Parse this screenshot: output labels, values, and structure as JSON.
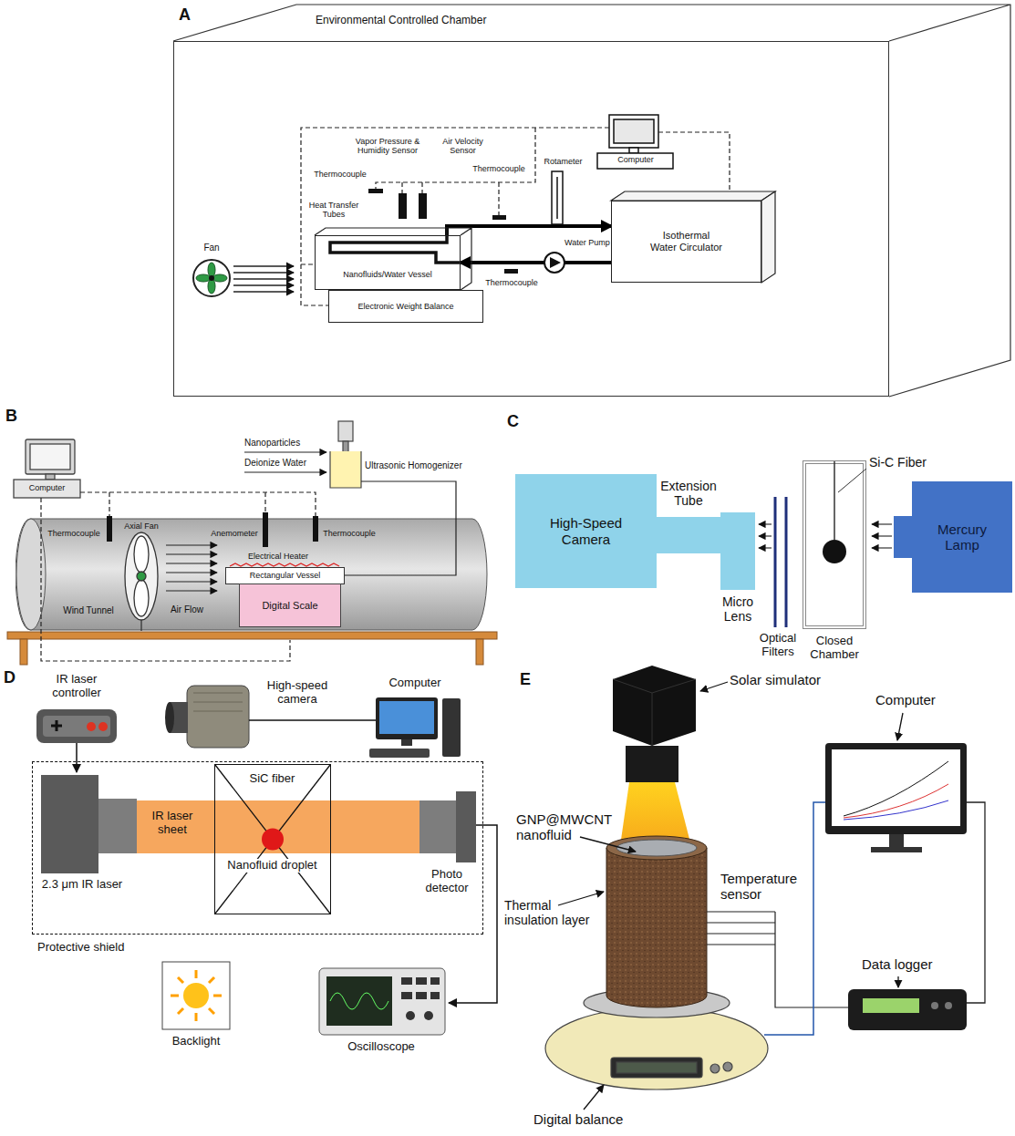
{
  "diagram": {
    "nodes": [
      {
        "text": [
          "Environmental Controlled Chamber"
        ]
      },
      {
        "text": [
          "Isothermal Water Circulator"
        ],
        "in": 0
      },
      {
        "text": [
          "Nanofluids/Water Vessel"
        ],
        "in": 0
      },
      {
        "text": [
          "Electronic Weight Balance"
        ],
        "in": 0
      },
      {
        "text": [
          "Wind Tunnel"
        ]
      },
      {
        "text": [
          "Rectangular Vessel"
        ],
        "in": 4
      },
      {
        "text": [
          "Digital Scale"
        ],
        "in": 4
      },
      {
        "text": [
          "High-Speed Camera"
        ]
      },
      {
        "text": [
          "Extension Tube"
        ]
      },
      {
        "text": [
          "Micro Lens"
        ]
      },
      {
        "text": [
          "Si-C Fiber",
          "Closed Chamber"
        ]
      },
      {
        "text": [
          "Mercury Lamp"
        ]
      },
      {
        "text": [
          "Protective shield"
        ]
      },
      {
        "text": [
          "IR laser sheet"
        ],
        "in": 12
      },
      {
        "text": [
          "SiC fiber",
          "Nanofluid droplet"
        ],
        "in": 12
      }
    ],
    "edges": [
      {
        "from": 2,
        "to": 1,
        "arrow": "to"
      },
      {
        "from": 1,
        "to": 2,
        "arrow": "to"
      }
    ],
    "labels": [
      "A",
      "Computer",
      "Vapor Pressure & Humidity Sensor",
      "Air Velocity Sensor",
      "Thermocouple",
      "Heat Transfer Tubes",
      "Thermocouple",
      "Rotameter",
      "Water Pump",
      "Thermocouple",
      "Fan",
      "B",
      "Nanoparticles",
      "Deionize Water",
      "Ultrasonic Homogenizer",
      "Computer",
      "Thermocouple",
      "Axial Fan",
      "Anemometer",
      "Thermocouple",
      "Electrical Heater",
      "Air Flow",
      "C",
      "Optical Filters",
      "D",
      "IR laser controller",
      "High-speed camera",
      "Computer",
      "2.3 μm IR laser",
      "Photo detector",
      "Backlight",
      "Oscilloscope",
      "E",
      "Solar simulator",
      "Computer",
      "GNP@MWCNT nanofluid",
      "Temperature sensor",
      "Thermal insulation layer",
      "Data logger",
      "Digital balance"
    ]
  }
}
